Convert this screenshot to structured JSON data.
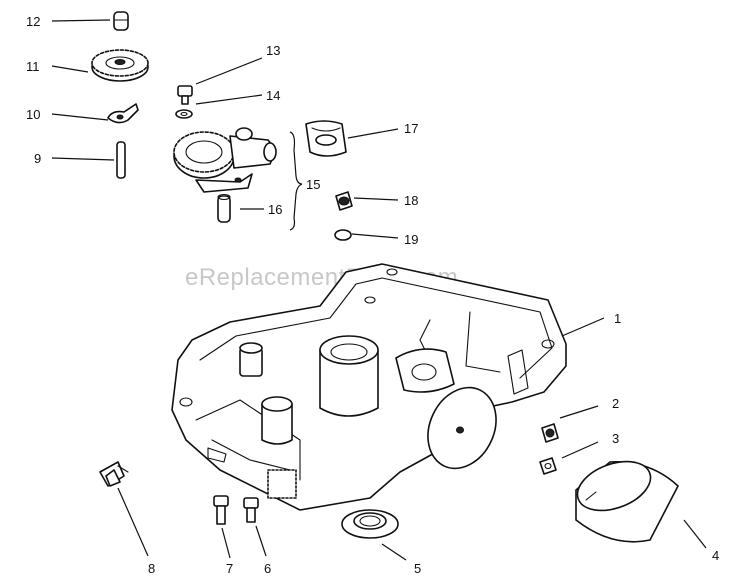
{
  "watermark": "eReplacementParts.com",
  "callouts": [
    {
      "id": "1",
      "label": "1"
    },
    {
      "id": "2",
      "label": "2"
    },
    {
      "id": "3",
      "label": "3"
    },
    {
      "id": "4",
      "label": "4"
    },
    {
      "id": "5",
      "label": "5"
    },
    {
      "id": "6",
      "label": "6"
    },
    {
      "id": "7",
      "label": "7"
    },
    {
      "id": "8",
      "label": "8"
    },
    {
      "id": "9",
      "label": "9"
    },
    {
      "id": "10",
      "label": "10"
    },
    {
      "id": "11",
      "label": "11"
    },
    {
      "id": "12",
      "label": "12"
    },
    {
      "id": "13",
      "label": "13"
    },
    {
      "id": "14",
      "label": "14"
    },
    {
      "id": "15",
      "label": "15"
    },
    {
      "id": "16",
      "label": "16"
    },
    {
      "id": "17",
      "label": "17"
    },
    {
      "id": "18",
      "label": "18"
    },
    {
      "id": "19",
      "label": "19"
    }
  ]
}
